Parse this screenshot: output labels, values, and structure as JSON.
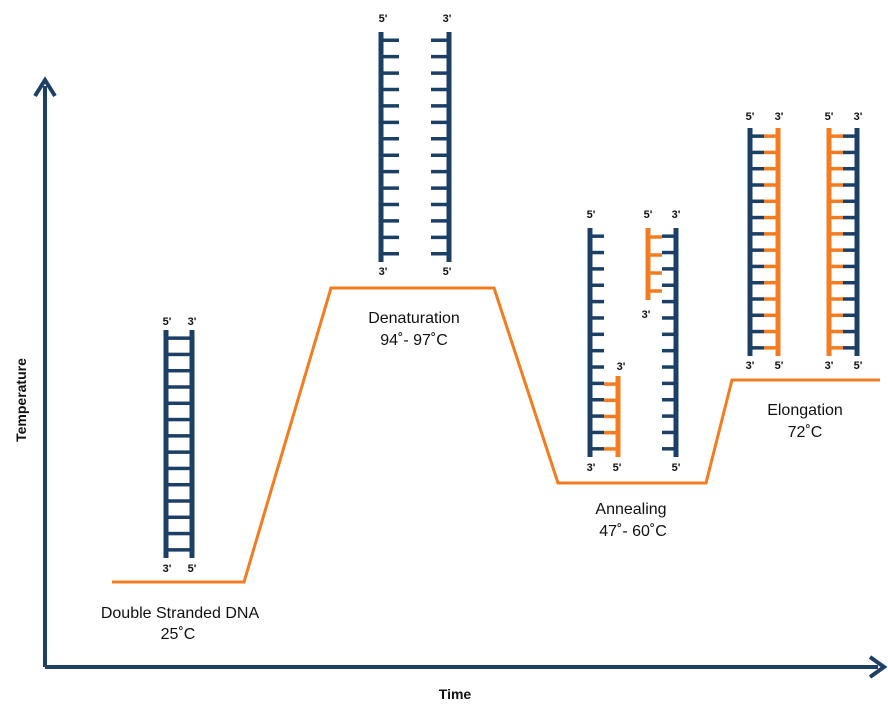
{
  "colors": {
    "background": "#ffffff",
    "dna_strand": "#1c3f66",
    "primer_strand": "#f47c20",
    "temperature_profile": "#f47c20",
    "axis": "#1c3f66"
  },
  "axes": {
    "x_label": "Time",
    "y_label": "Temperature"
  },
  "stages": {
    "double_stranded": {
      "name": "Double Stranded DNA",
      "temp": "25˚C"
    },
    "denaturation": {
      "name": "Denaturation",
      "temp": "94˚- 97˚C"
    },
    "annealing": {
      "name": "Annealing",
      "temp": "47˚- 60˚C"
    },
    "elongation": {
      "name": "Elongation",
      "temp": "72˚C"
    }
  },
  "end_labels": {
    "five_prime": "5'",
    "three_prime": "3'"
  },
  "icons": {
    "dna": "dna-ladder-icon",
    "strand": "dna-single-strand-icon",
    "arrow": "axis-arrow-icon"
  }
}
